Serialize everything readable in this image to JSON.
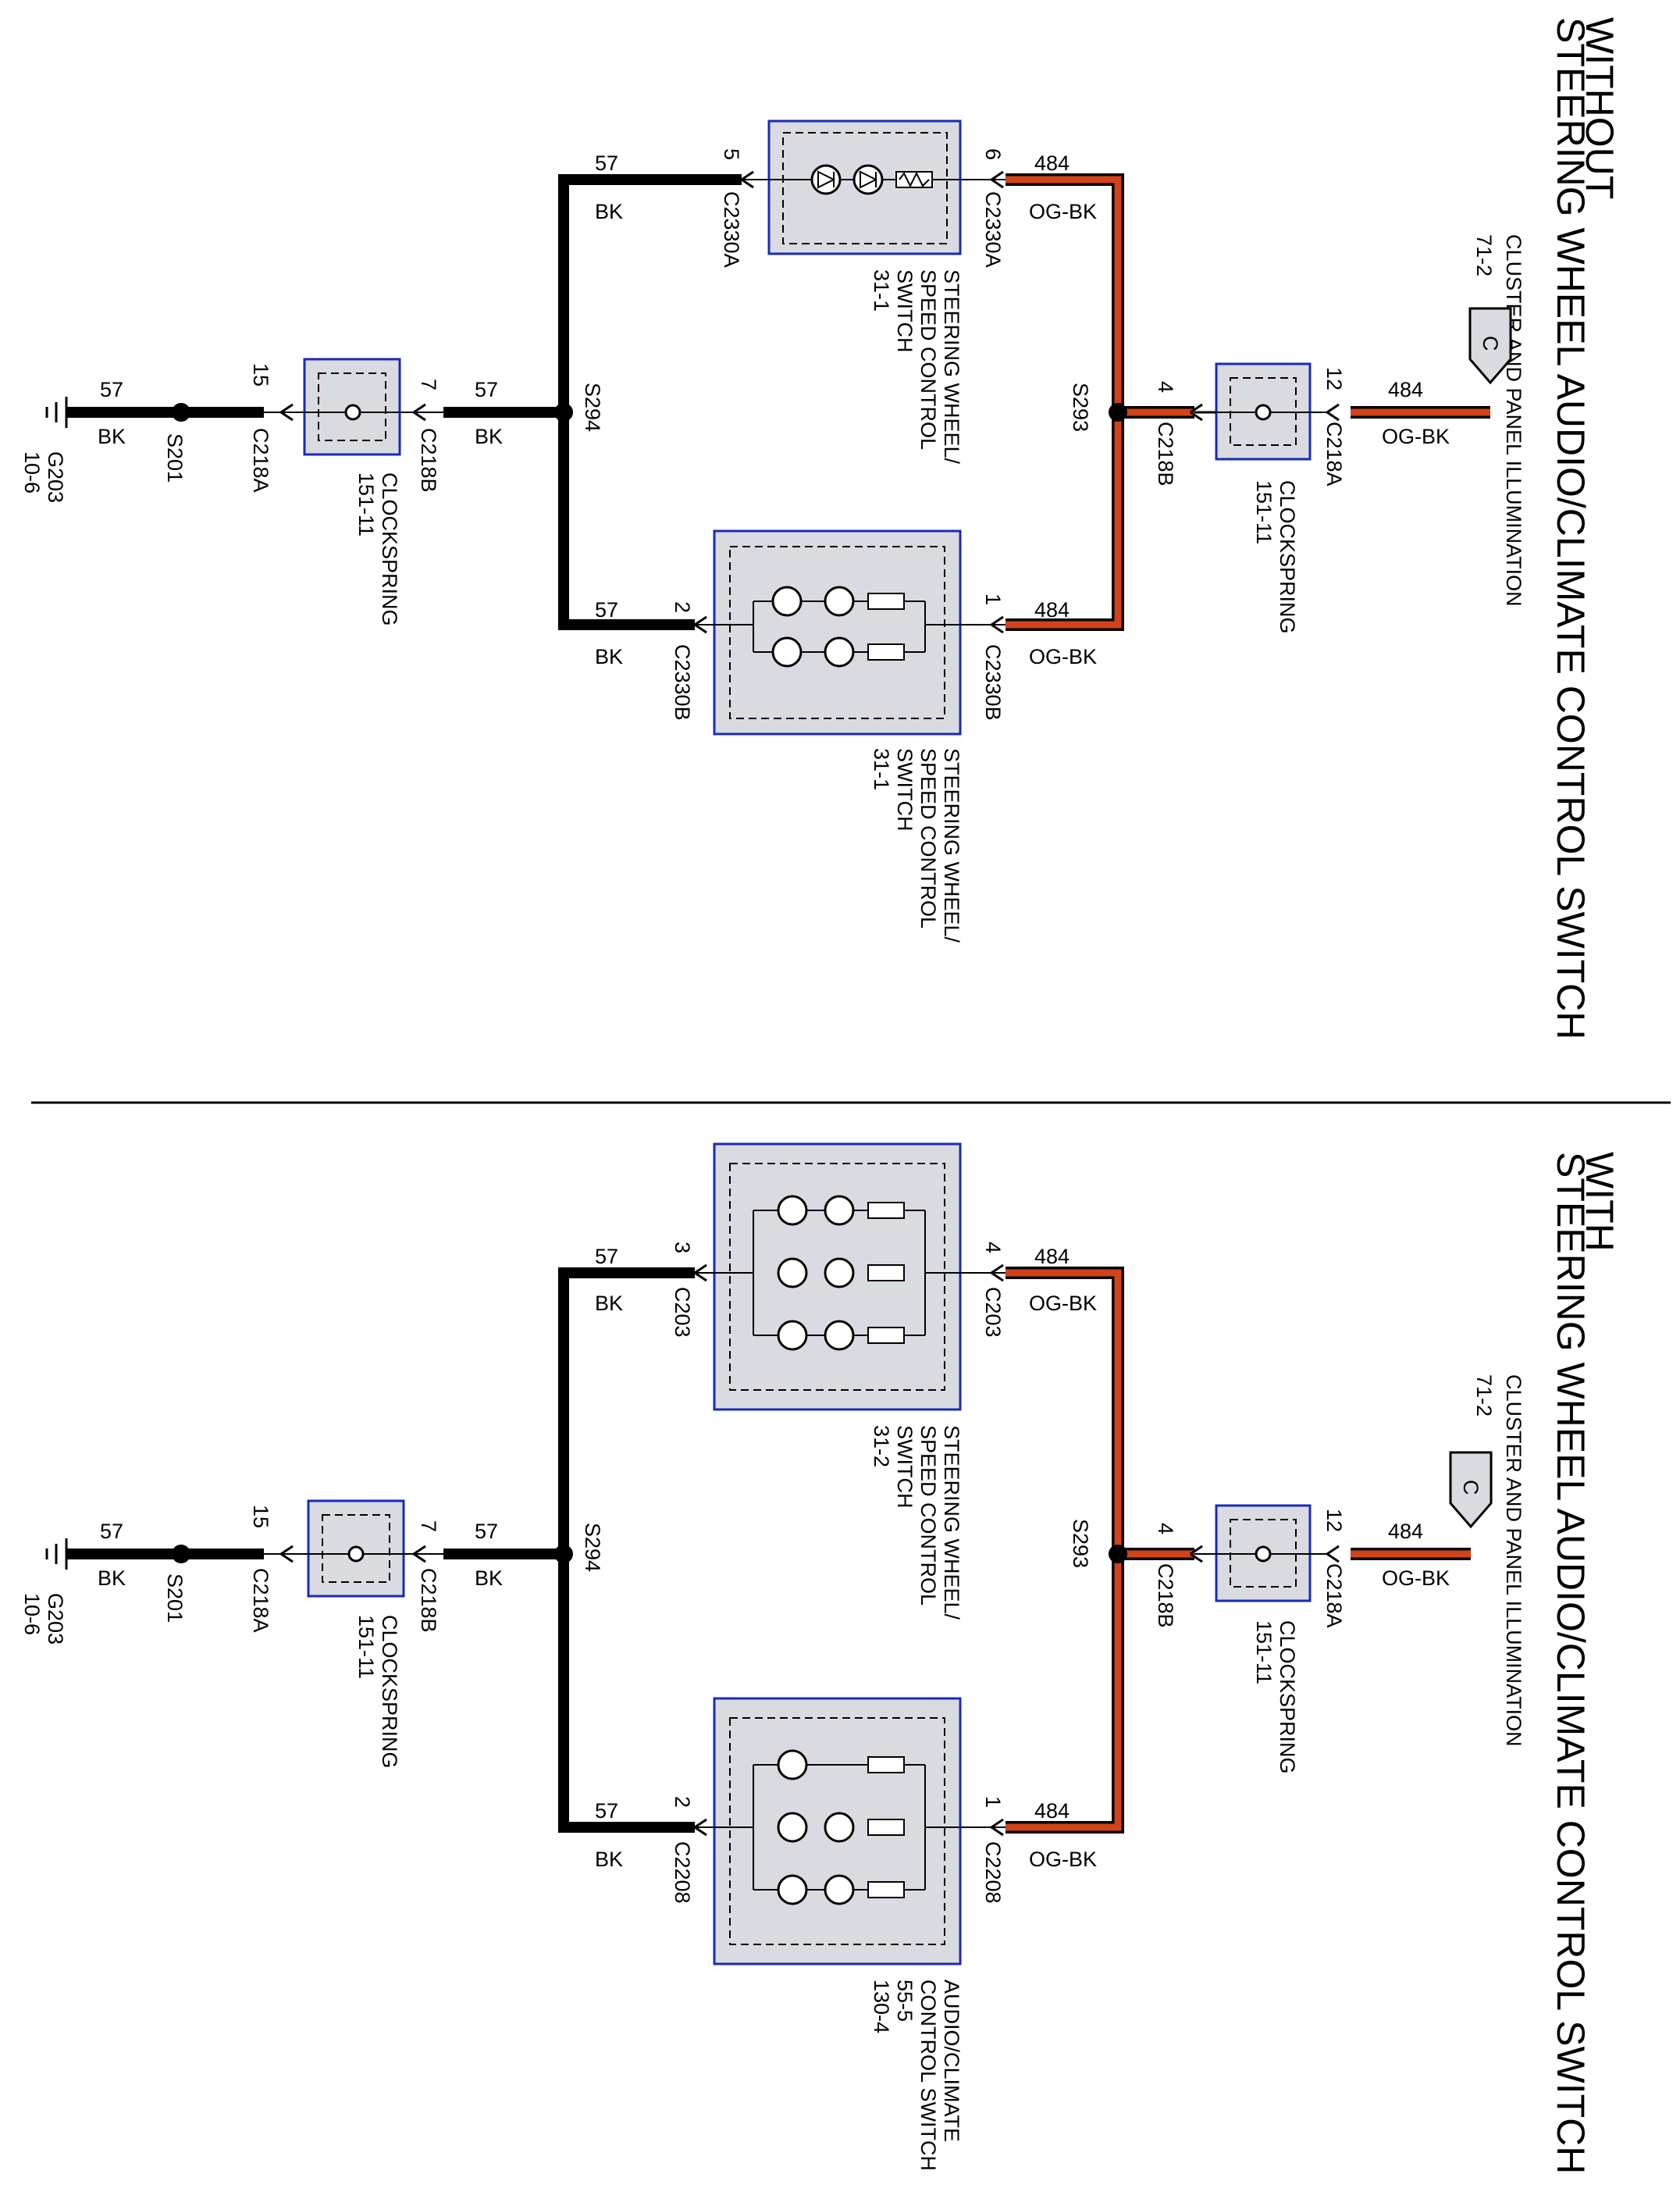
{
  "colors": {
    "ground_wire": "#000000",
    "power_wire": "#d2421b",
    "component_fill": "#d9dbe0",
    "component_border": "#1a2bb5",
    "divider": "#000000"
  },
  "icons": [
    "ground-icon",
    "splice-icon",
    "led-icon",
    "resistor-icon",
    "connector-arrow-icon",
    "page-ref-connector-icon"
  ],
  "sections": [
    {
      "title_line1": "WITHOUT",
      "title_line2": "STEERING WHEEL AUDIO/CLIMATE CONTROL SWITCH",
      "source": {
        "label": "CLUSTER AND PANEL ILLUMINATION",
        "page": "71-2",
        "connector": "C"
      },
      "ground": {
        "label": "G203",
        "page": "10-6"
      },
      "splice_ground": "S201",
      "splice_left": "S294",
      "splice_right": "S293",
      "wire_ground": {
        "circuit": "57",
        "color": "BK"
      },
      "wire_power": {
        "circuit": "484",
        "color": "OG-BK"
      },
      "clockspring_left": {
        "name": "CLOCKSPRING",
        "page": "151-11",
        "pin_a": "15",
        "conn_a": "C218A",
        "pin_b": "7",
        "conn_b": "C218B"
      },
      "clockspring_right": {
        "name": "CLOCKSPRING",
        "page": "151-11",
        "pin_a": "4",
        "conn_a": "C218B",
        "pin_b": "12",
        "conn_b": "C218A"
      },
      "switch_top": {
        "line1": "STEERING WHEEL/",
        "line2": "SPEED CONTROL",
        "line3": "SWITCH",
        "line4": "31-1",
        "pin_left": "5",
        "conn_left": "C2330A",
        "pin_right": "6",
        "conn_right": "C2330A"
      },
      "switch_bottom": {
        "line1": "STEERING WHEEL/",
        "line2": "SPEED CONTROL",
        "line3": "SWITCH",
        "line4": "31-1",
        "pin_left": "2",
        "conn_left": "C2330B",
        "pin_right": "1",
        "conn_right": "C2330B"
      }
    },
    {
      "title_line1": "WITH",
      "title_line2": "STEERING WHEEL AUDIO/CLIMATE CONTROL SWITCH",
      "source": {
        "label": "CLUSTER AND PANEL ILLUMINATION",
        "page": "71-2",
        "connector": "C"
      },
      "ground": {
        "label": "G203",
        "page": "10-6"
      },
      "splice_ground": "S201",
      "splice_left": "S294",
      "splice_right": "S293",
      "wire_ground": {
        "circuit": "57",
        "color": "BK"
      },
      "wire_power": {
        "circuit": "484",
        "color": "OG-BK"
      },
      "clockspring_left": {
        "name": "CLOCKSPRING",
        "page": "151-11",
        "pin_a": "15",
        "conn_a": "C218A",
        "pin_b": "7",
        "conn_b": "C218B"
      },
      "clockspring_right": {
        "name": "CLOCKSPRING",
        "page": "151-11",
        "pin_a": "4",
        "conn_a": "C218B",
        "pin_b": "12",
        "conn_b": "C218A"
      },
      "switch_top": {
        "line1": "STEERING WHEEL/",
        "line2": "SPEED CONTROL",
        "line3": "SWITCH",
        "line4": "31-2",
        "pin_left": "3",
        "conn_left": "C203",
        "pin_right": "4",
        "conn_right": "C203"
      },
      "switch_bottom": {
        "line1": "AUDIO/CLIMATE",
        "line2": "CONTROL SWITCH",
        "line3": "55-5",
        "line4": "130-4",
        "pin_left": "2",
        "conn_left": "C2208",
        "pin_right": "1",
        "conn_right": "C2208"
      }
    }
  ]
}
